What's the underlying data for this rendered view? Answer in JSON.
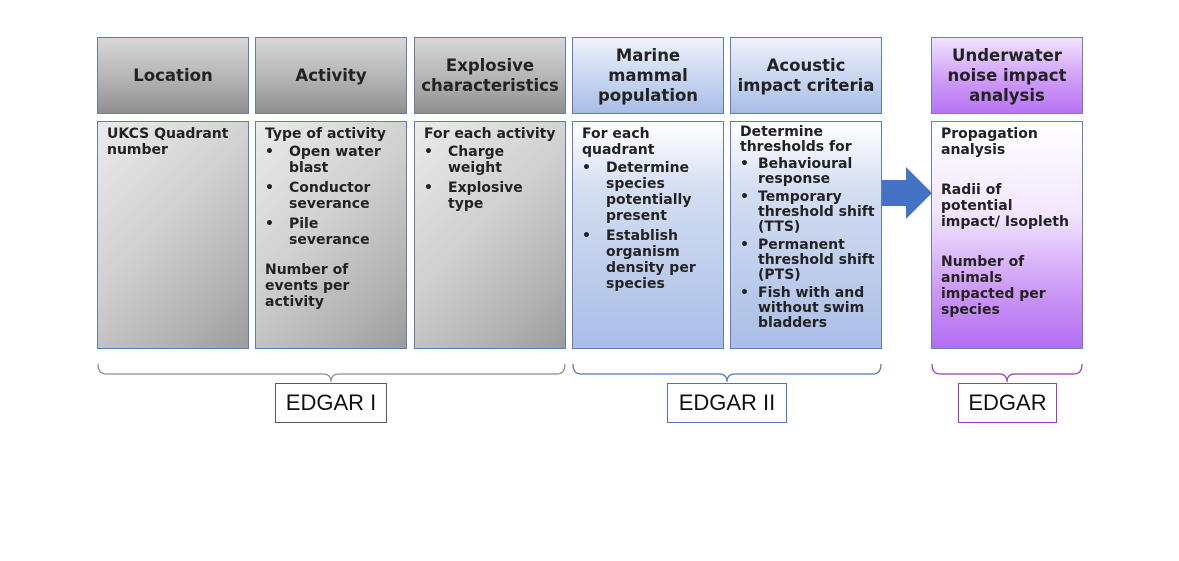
{
  "columns": [
    {
      "title": "Location",
      "intro": "UKCS Quadrant number",
      "items": [],
      "outro": ""
    },
    {
      "title": "Activity",
      "intro": "Type of activity",
      "items": [
        "Open water blast",
        "Conductor severance",
        "Pile severance"
      ],
      "outro": "Number of events per activity"
    },
    {
      "title": "Explosive characteristics",
      "intro": "For each activity",
      "items": [
        "Charge weight",
        "Explosive type"
      ],
      "outro": ""
    },
    {
      "title": "Marine mammal population",
      "intro": "For each quadrant",
      "items": [
        "Determine species potentially present",
        "Establish organism density per species"
      ],
      "outro": ""
    },
    {
      "title": "Acoustic impact criteria",
      "intro": "Determine thresholds for",
      "items": [
        "Behavioural response",
        "Temporary threshold shift (TTS)",
        "Permanent threshold shift (PTS)",
        "Fish with and without swim bladders"
      ],
      "outro": ""
    }
  ],
  "analysis": {
    "title": "Underwater noise impact analysis",
    "paragraphs": [
      "Propagation analysis",
      "Radii of potential impact/ Isopleth",
      "Number of animals impacted per species"
    ]
  },
  "groups": [
    {
      "label": "EDGAR I",
      "color": "#5a5a5a"
    },
    {
      "label": "EDGAR II",
      "color": "#4f74b7"
    },
    {
      "label": "EDGAR",
      "color": "#9a3ab4"
    }
  ],
  "arrow_color": "#4472c4"
}
